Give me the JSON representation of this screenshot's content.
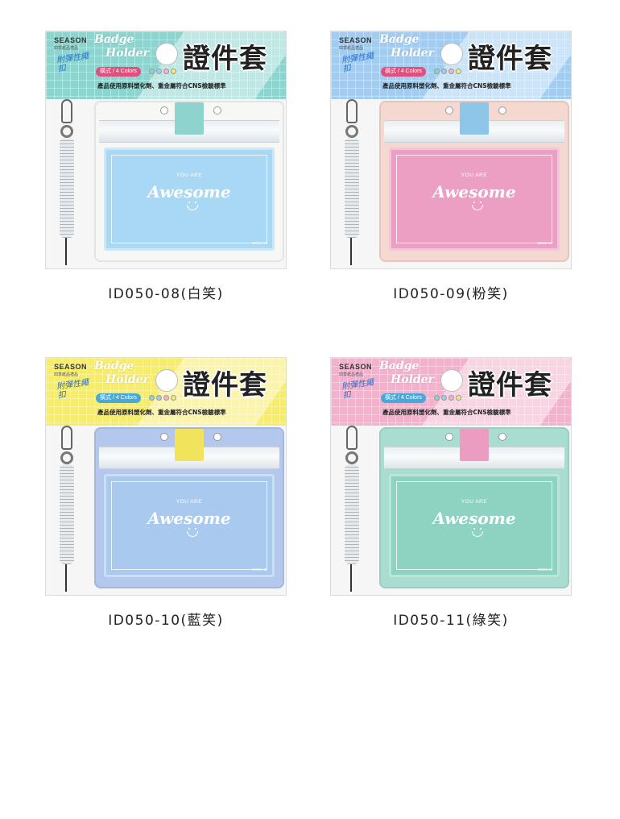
{
  "common": {
    "brand": "SEASON",
    "brand_sub": "四季紙品禮品",
    "hand_note": "附彈性繩扣",
    "badge_line1": "Badge",
    "badge_line2": "Holder",
    "tag": "橫式 / 4 Colors",
    "zh_title": "證件套",
    "feature": "產品使用原料塑化劑、重金屬符合CNS檢驗標準",
    "card_small": "YOU ARE",
    "card_big": "Awesome"
  },
  "products": [
    {
      "caption": "ID050-08(白笑)",
      "card_code": "ID050-08",
      "header_color": "#8fd3cf",
      "strap_color": "#8fd3cf",
      "holder_color": "#f7f8f6",
      "card_color": "#a8d8f4",
      "tag_color": "#e0507f"
    },
    {
      "caption": "ID050-09(粉笑)",
      "card_code": "ID050-09",
      "header_color": "#a4ccee",
      "strap_color": "#8ec6ea",
      "holder_color": "#f5d8d0",
      "card_color": "#ec9fc3",
      "tag_color": "#e0507f"
    },
    {
      "caption": "ID050-10(藍笑)",
      "card_code": "ID050-10",
      "header_color": "#f6ec6e",
      "strap_color": "#f2e35c",
      "holder_color": "#b3c8ec",
      "card_color": "#aac9ef",
      "tag_color": "#4aa8d8"
    },
    {
      "caption": "ID050-11(綠笑)",
      "card_code": "ID050-11",
      "header_color": "#f2b2cd",
      "strap_color": "#ec9cc0",
      "holder_color": "#a9ddd2",
      "card_color": "#8ed2c2",
      "tag_color": "#4aa8d8"
    }
  ]
}
